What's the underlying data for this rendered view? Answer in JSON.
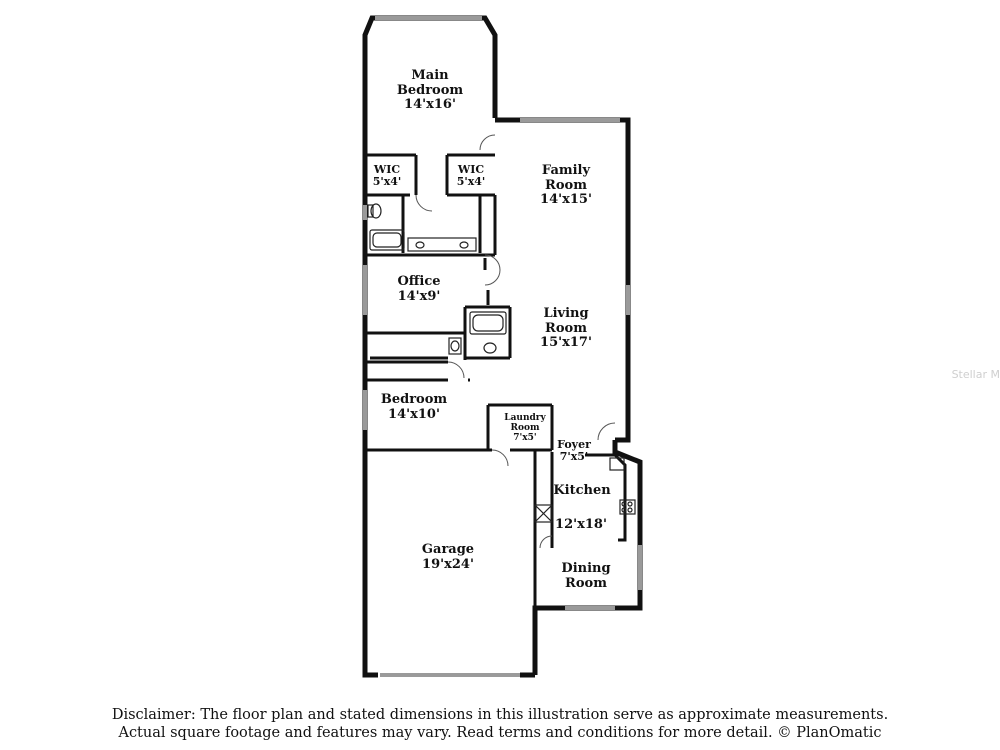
{
  "rooms": {
    "main_bedroom": {
      "name_1": "Main",
      "name_2": "Bedroom",
      "dims": "14'x16'"
    },
    "wic_left": {
      "name": "WIC",
      "dims": "5'x4'"
    },
    "wic_right": {
      "name": "WIC",
      "dims": "5'x4'"
    },
    "family_room": {
      "name_1": "Family",
      "name_2": "Room",
      "dims": "14'x15'"
    },
    "office": {
      "name": "Office",
      "dims": "14'x9'"
    },
    "living_room": {
      "name_1": "Living",
      "name_2": "Room",
      "dims": "15'x17'"
    },
    "bedroom": {
      "name": "Bedroom",
      "dims": "14'x10'"
    },
    "laundry_room": {
      "name_1": "Laundry",
      "name_2": "Room",
      "dims": "7'x5'"
    },
    "foyer": {
      "name": "Foyer",
      "dims": "7'x5'"
    },
    "kitchen": {
      "name": "Kitchen",
      "dims": "12'x18'"
    },
    "garage": {
      "name": "Garage",
      "dims": "19'x24'"
    },
    "dining_room": {
      "name_1": "Dining",
      "name_2": "Room"
    }
  },
  "disclaimer": {
    "line_1": "Disclaimer: The floor plan and stated dimensions in this illustration serve as approximate measurements.",
    "line_2": "Actual square footage and features may vary. Read terms and conditions for more detail. © PlanOmatic"
  },
  "watermark": "Stellar M",
  "colors": {
    "wall": "#111111",
    "window": "#9a9a9a",
    "background": "#ffffff"
  }
}
